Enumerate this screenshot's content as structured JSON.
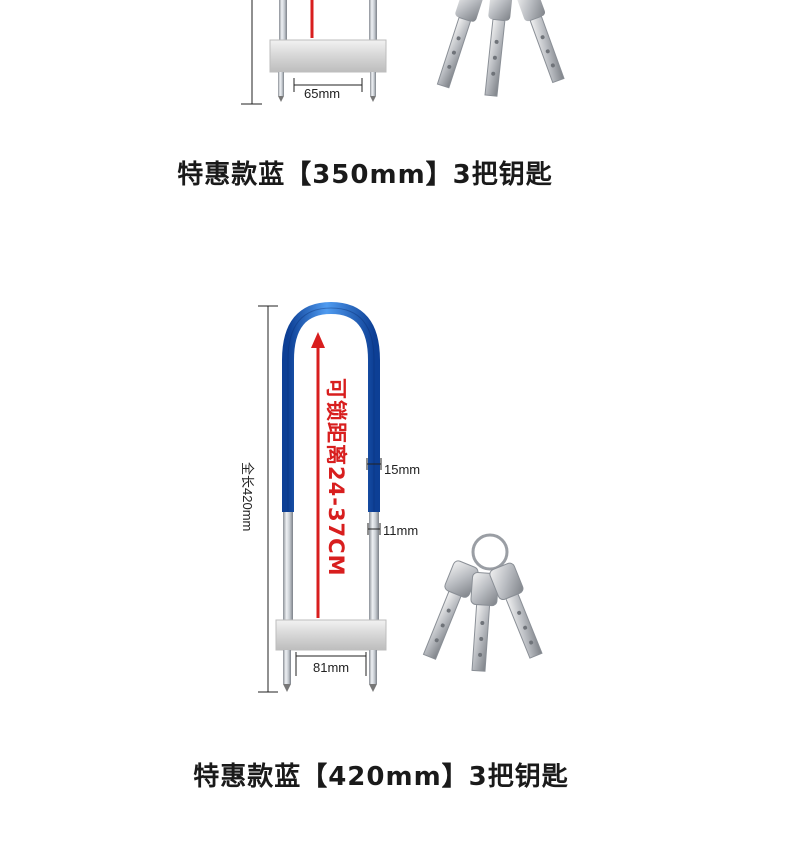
{
  "products": [
    {
      "caption": "特惠款蓝【350mm】3把钥匙",
      "width_label": "65mm"
    },
    {
      "caption": "特惠款蓝【420mm】3把钥匙",
      "total_length_label": "全长420mm",
      "lock_range_label": "可锁距离24-37CM",
      "thickness_label_1": "15mm",
      "thickness_label_2": "11mm",
      "width_label": "81mm"
    }
  ],
  "colors": {
    "shackle_blue": "#1f6fd8",
    "arrow_red": "#d81e1e",
    "text_dark": "#1a1a1a"
  }
}
